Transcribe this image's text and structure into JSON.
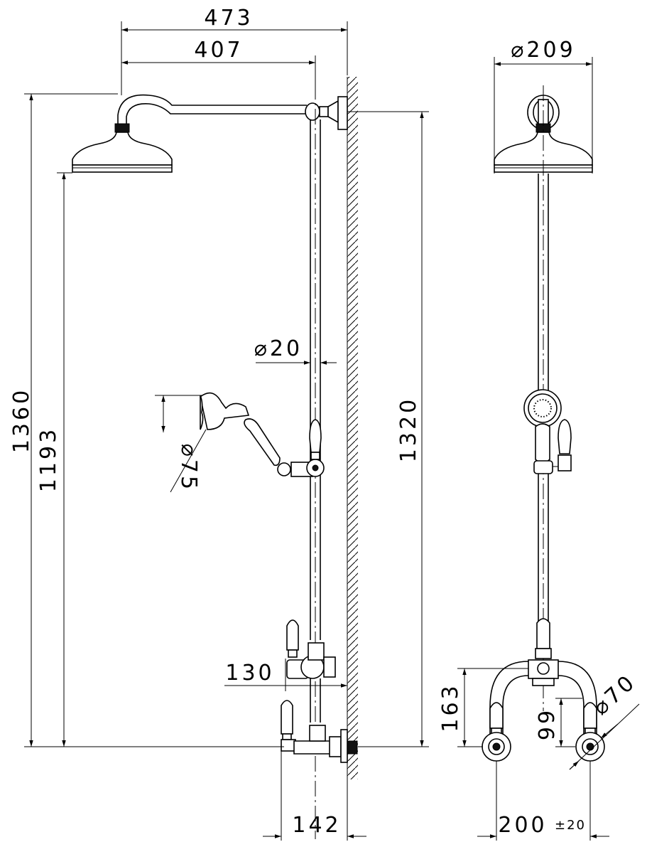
{
  "drawing": {
    "side_view": {
      "width_overall": "473",
      "width_arm": "407",
      "height_overall": "1360",
      "height_head": "1193",
      "height_wall": "1320",
      "rail_diameter": "⌀20",
      "handshower_diameter": "⌀75",
      "mixer_projection": "130",
      "wall_projection": "142"
    },
    "front_view": {
      "head_diameter": "⌀209",
      "height_valve": "163",
      "height_inlet": "99",
      "flange_diameter": "⌀70",
      "inlet_centres": "200",
      "inlet_tolerance": "±20"
    }
  }
}
